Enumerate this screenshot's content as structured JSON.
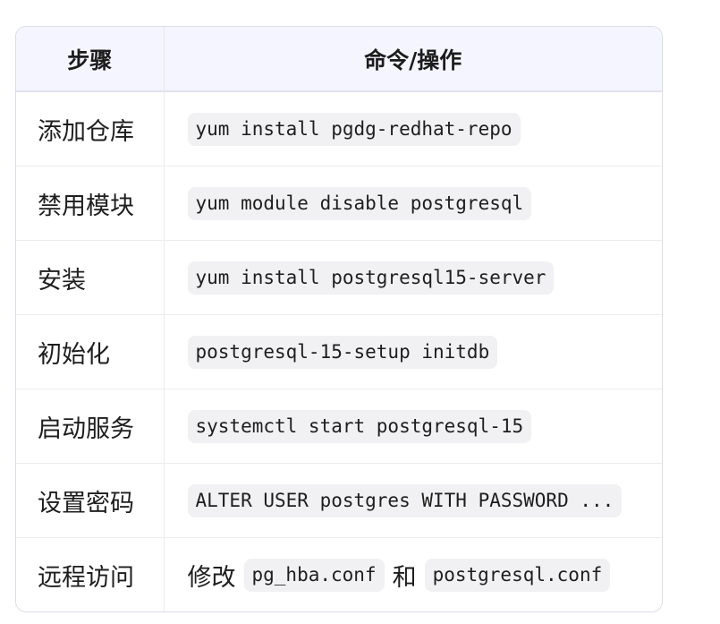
{
  "table": {
    "headers": {
      "step": "步骤",
      "command": "命令/操作"
    },
    "rows": [
      {
        "step": "添加仓库",
        "command": "yum install pgdg-redhat-repo"
      },
      {
        "step": "禁用模块",
        "command": "yum module disable postgresql"
      },
      {
        "step": "安装",
        "command": "yum install postgresql15-server"
      },
      {
        "step": "初始化",
        "command": "postgresql-15-setup initdb"
      },
      {
        "step": "启动服务",
        "command": "systemctl start postgresql-15"
      },
      {
        "step": "设置密码",
        "command": "ALTER USER postgres WITH PASSWORD ..."
      },
      {
        "step": "远程访问",
        "prefix": "修改",
        "file1": "pg_hba.conf",
        "connector": "和",
        "file2": "postgresql.conf"
      }
    ]
  }
}
